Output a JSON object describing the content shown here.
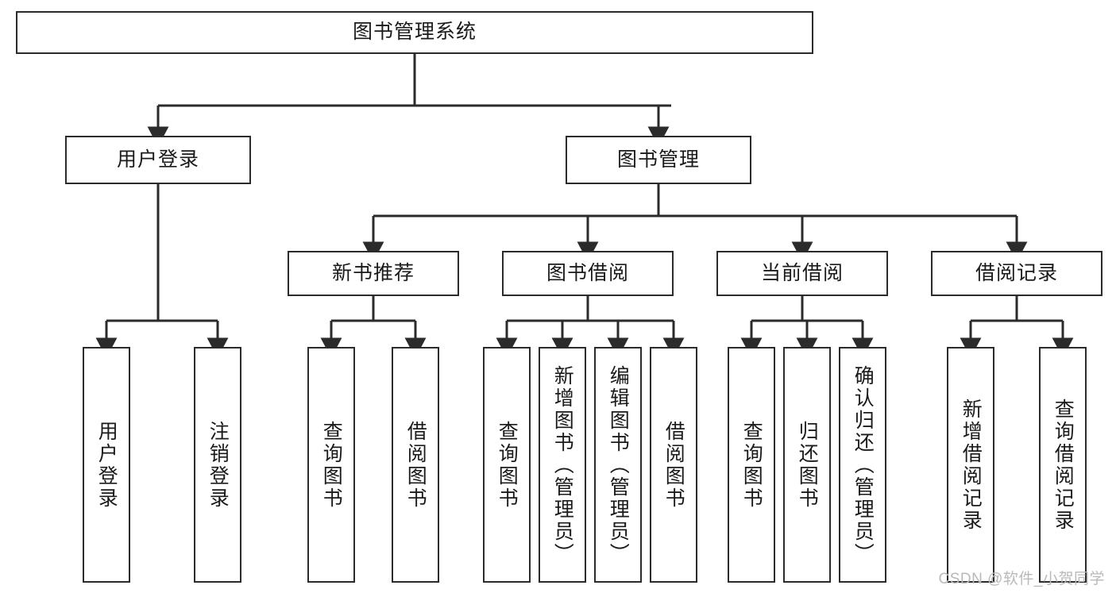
{
  "diagram": {
    "title": "图书管理系统",
    "type": "hierarchy-tree",
    "edge_color": "#2b2b2b",
    "box_border_color": "#2b2b2b",
    "box_fill_color": "#ffffff",
    "text_color": "#1a1a1a"
  },
  "root": {
    "label": "图书管理系统"
  },
  "level2": [
    {
      "label": "用户登录"
    },
    {
      "label": "图书管理"
    }
  ],
  "level3": [
    {
      "label": "新书推荐"
    },
    {
      "label": "图书借阅"
    },
    {
      "label": "当前借阅"
    },
    {
      "label": "借阅记录"
    }
  ],
  "leaves": {
    "user_login": [
      {
        "label": "用户登录"
      },
      {
        "label": "注销登录"
      }
    ],
    "new_book_recommend": [
      {
        "label": "查询图书"
      },
      {
        "label": "借阅图书"
      }
    ],
    "book_borrow": [
      {
        "label": "查询图书"
      },
      {
        "label": "新增图书（管理员）"
      },
      {
        "label": "编辑图书（管理员）"
      },
      {
        "label": "借阅图书"
      }
    ],
    "current_borrow": [
      {
        "label": "查询图书"
      },
      {
        "label": "归还图书"
      },
      {
        "label": "确认归还（管理员）"
      }
    ],
    "borrow_record": [
      {
        "label": "新增借阅记录"
      },
      {
        "label": "查询借阅记录"
      }
    ]
  },
  "watermark": {
    "text": "CSDN @软件_小贺同学"
  }
}
